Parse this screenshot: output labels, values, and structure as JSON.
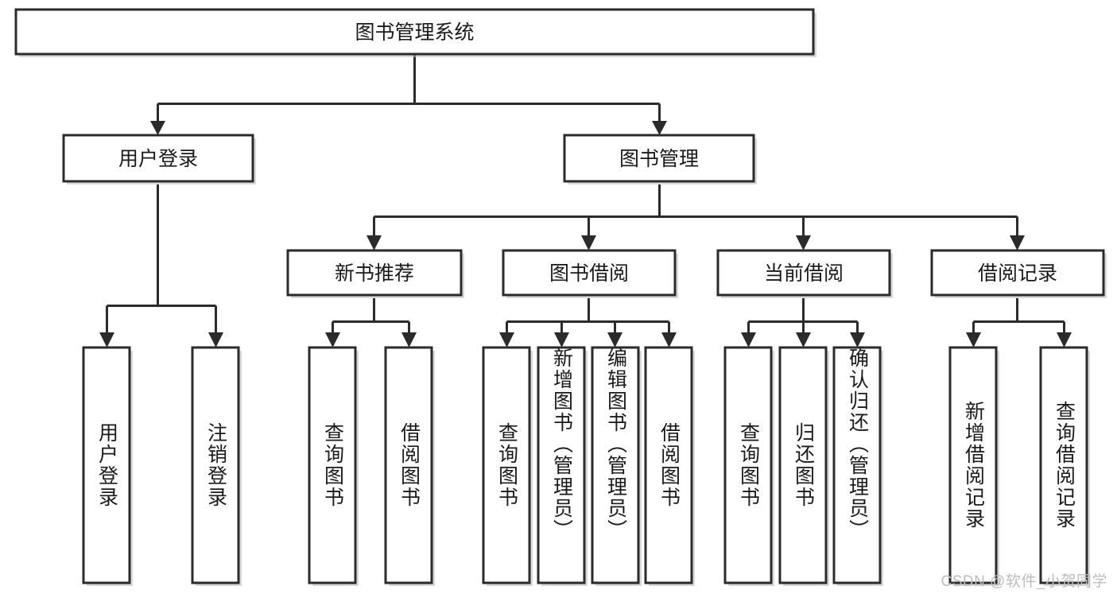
{
  "diagram": {
    "title": "图书管理系统",
    "type": "tree",
    "watermark": "CSDN @软件_小贺同学",
    "colors": {
      "box_stroke": "#2b2b2b",
      "box_fill": "#ffffff",
      "line": "#2b2b2b",
      "text": "#1a1a1a",
      "watermark": "#bdbdbd",
      "shadow": "#b9b9b9"
    },
    "levels": {
      "root": {
        "label": "图书管理系统"
      },
      "level2": [
        {
          "id": "user-login",
          "label": "用户登录"
        },
        {
          "id": "book-management",
          "label": "图书管理"
        }
      ],
      "level3": [
        {
          "id": "new-book-recommend",
          "label": "新书推荐",
          "parent": "book-management"
        },
        {
          "id": "book-borrow",
          "label": "图书借阅",
          "parent": "book-management"
        },
        {
          "id": "current-borrow",
          "label": "当前借阅",
          "parent": "book-management"
        },
        {
          "id": "borrow-record",
          "label": "借阅记录",
          "parent": "book-management"
        }
      ],
      "leaves": [
        {
          "id": "leaf-user-login",
          "label": "用户登录",
          "parent": "user-login"
        },
        {
          "id": "leaf-logout",
          "label": "注销登录",
          "parent": "user-login"
        },
        {
          "id": "leaf-query-book-1",
          "label": "查询图书",
          "parent": "new-book-recommend"
        },
        {
          "id": "leaf-borrow-book-1",
          "label": "借阅图书",
          "parent": "new-book-recommend"
        },
        {
          "id": "leaf-query-book-2",
          "label": "查询图书",
          "parent": "book-borrow"
        },
        {
          "id": "leaf-add-book",
          "label": "新增图书（管理员）",
          "parent": "book-borrow"
        },
        {
          "id": "leaf-edit-book",
          "label": "编辑图书（管理员）",
          "parent": "book-borrow"
        },
        {
          "id": "leaf-borrow-book-2",
          "label": "借阅图书",
          "parent": "book-borrow"
        },
        {
          "id": "leaf-query-book-3",
          "label": "查询图书",
          "parent": "current-borrow"
        },
        {
          "id": "leaf-return-book",
          "label": "归还图书",
          "parent": "current-borrow"
        },
        {
          "id": "leaf-confirm-return",
          "label": "确认归还（管理员）",
          "parent": "current-borrow"
        },
        {
          "id": "leaf-add-record",
          "label": "新增借阅记录",
          "parent": "borrow-record"
        },
        {
          "id": "leaf-query-record",
          "label": "查询借阅记录",
          "parent": "borrow-record"
        }
      ]
    }
  }
}
